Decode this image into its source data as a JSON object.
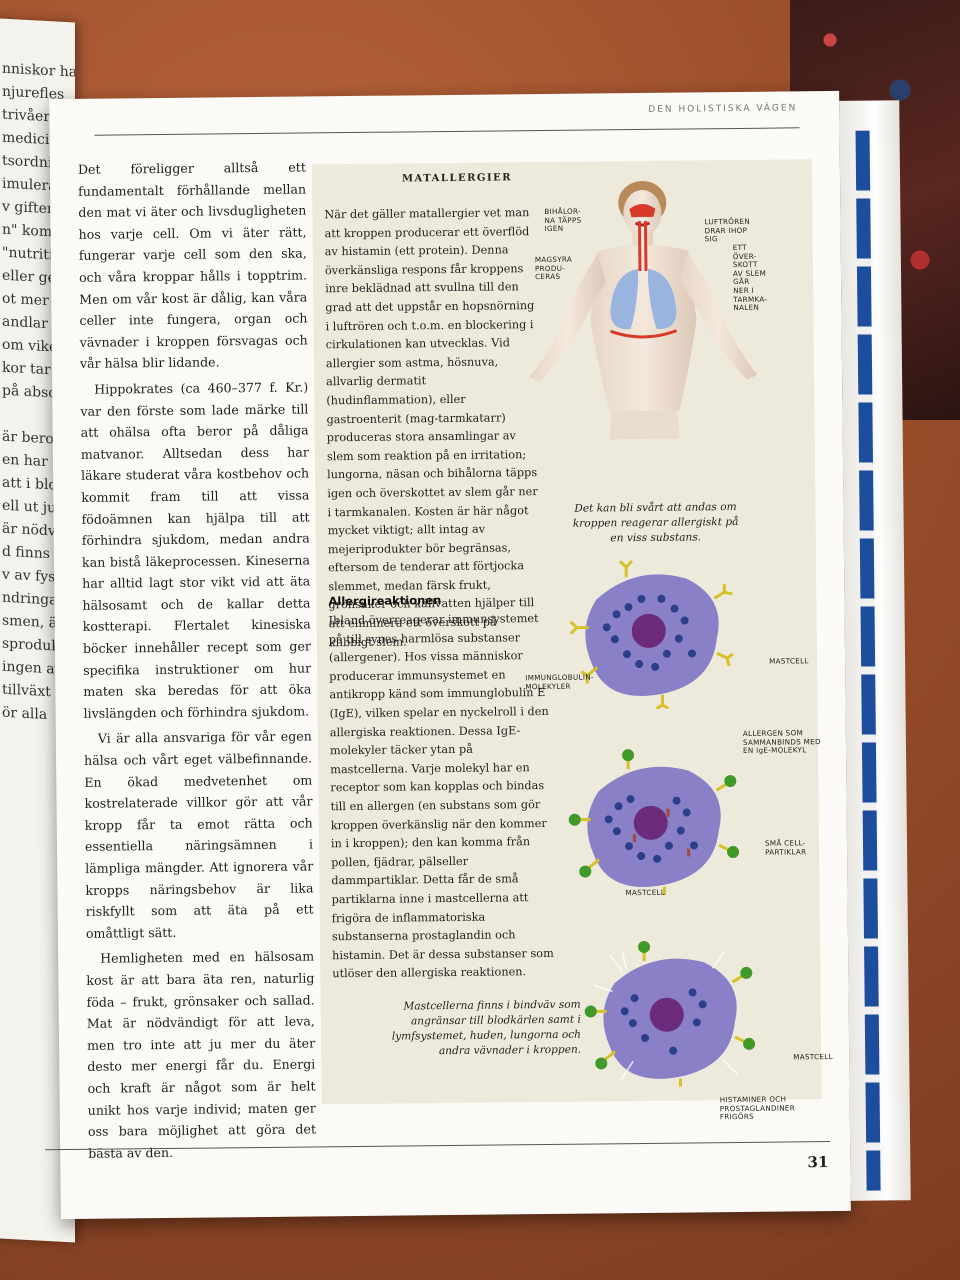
{
  "running_head": "DEN HOLISTISKA VÄGEN",
  "page_number": "31",
  "left_page_fragments": [
    "nniskor har to",
    "njurefles",
    "trivåer i",
    "mediciner",
    "tsordnings",
    "imulerades",
    "v gifter.",
    "n\" komme",
    "\"nutritiu",
    "eller ge",
    "ot mer än",
    "andlar om",
    "om viken",
    "kor tar in",
    "på absorbe",
    "",
    "är beroend",
    "en har spill",
    "att i blodet",
    "ell ut just d",
    "är nödvänd",
    "d finns och",
    "v av fysisk",
    "ndringar i",
    "smen, är",
    "sproduk",
    "ingen av",
    "tillväxt",
    "ör alla"
  ],
  "main_paragraphs": [
    "Det föreligger alltså ett fundamentalt förhållande mellan den mat vi äter och livsdugligheten hos varje cell. Om vi äter rätt, fungerar varje cell som den ska, och våra kroppar hålls i topptrim. Men om vår kost är dålig, kan våra celler inte fungera, organ och vävnader i kroppen försvagas och vår hälsa blir lidande.",
    "Hippokrates (ca 460–377 f. Kr.) var den förste som lade märke till att ohälsa ofta beror på dåliga matvanor. Alltsedan dess har läkare studerat våra kostbehov och kommit fram till att vissa födoämnen kan hjälpa till att förhindra sjukdom, medan andra kan bistå läkeprocessen. Kineserna har alltid lagt stor vikt vid att äta hälsosamt och de kallar detta kostterapi. Flertalet kinesiska böcker innehåller recept som ger specifika instruktioner om hur maten ska beredas för att öka livslängden och förhindra sjukdom.",
    "Vi är alla ansvariga för vår egen hälsa och vårt eget välbefinnande. En ökad medvetenhet om kostrelaterade villkor gör att vår kropp får ta emot rätta och essentiella näringsämnen i lämpliga mängder. Att ignorera vår kropps näringsbehov är lika riskfyllt som att äta på ett omåttligt sätt.",
    "Hemligheten med en hälsosam kost är att bara äta ren, naturlig föda – frukt, grönsaker och sallad. Mat är nödvändigt för att leva, men tro inte att ju mer du äter desto mer energi får du. Energi och kraft är något som är helt unikt hos varje individ; maten ger oss bara möjlighet att göra det bästa av den."
  ],
  "box": {
    "title": "MATALLERGIER",
    "intro": "När det gäller matallergier vet man att kroppen producerar ett överflöd av histamin (ett protein). Denna överkänsliga respons får kroppens inre beklädnad att svullna till den grad att det uppstår en hopsnörning i luftrören och t.o.m. en blockering i cirkulationen kan utvecklas. Vid allergier som astma, hösnuva, allvarlig dermatit (hudinflammation), eller gastroenterit (mag-tarmkatarr) produceras stora ansamlingar av slem som reaktion på en irritation; lungorna, näsan och bihålorna täpps igen och överskottet av slem går ner i tarmkanalen. Kosten är här något mycket viktigt; allt intag av mejeriprodukter bör begränsas, eftersom de tenderar att förtjocka slemmet, medan färsk frukt, grönsaker och källvatten hjälper till att eliminera ett överskott på klibbigt slem.",
    "subheading": "Allergireaktionen",
    "body": "Ibland överreagerar immunsystemet på till synes harmlösa substanser (allergener). Hos vissa människor producerar immunsystemet en antikropp känd som immunglobulin E (IgE), vilken spelar en nyckelroll i den allergiska reaktionen. Dessa IgE-molekyler täcker ytan på mastcellerna. Varje molekyl har en receptor som kan kopplas och bindas till en allergen (en substans som gör kroppen överkänslig när den kommer in i kroppen); den kan komma från pollen, fjädrar, pälseller dammpartiklar. Detta får de små partiklarna inne i mastcellerna att frigöra de inflammatoriska substanserna prostaglandin och histamin. Det är dessa substanser som utlöser den allergiska reaktionen.",
    "caption_body": "Det kan bli svårt att andas om kroppen reagerar allergiskt på en viss substans.",
    "caption_mast": "Mastcellerna finns i bindväv som angränsar till blodkärlen samt i lymfsystemet, huden, lungorna och andra vävnader i kroppen.",
    "labels": {
      "sinuses": "BIHÅLOR-\nNA TÄPPS\nIGEN",
      "airways": "LUFTRÖREN\nDRAR IHOP\nSIG",
      "stomach": "MAGSYRA\nPRODU-\nCERAS",
      "mucus": "ETT\nÖVER-\nSKOTT\nAV SLEM\nGÅR\nNER I\nTARMKA-\nNALEN",
      "ige": "IMMUNGLOBULIN-\nMOLEKYLER",
      "mast1": "MASTCELL",
      "allergen": "ALLERGEN SOM\nSAMMANBINDS MED\nEN IgE-MOLEKYL",
      "particles": "SMÅ CELL-\nPARTIKLAR",
      "mast2": "MASTCELL",
      "mast3": "MASTCELL",
      "histamine": "HISTAMINER OCH\nPROSTAGLANDINER\nFRIGÖRS"
    }
  },
  "colors": {
    "mast_cell": "#8a80c8",
    "nucleus": "#6b2a7a",
    "granule": "#2b3f8a",
    "ige": "#d6c228",
    "allergen": "#3f9a2a",
    "box_bg": "#eeeadb",
    "blue_stripe": "#1d4e9e"
  }
}
